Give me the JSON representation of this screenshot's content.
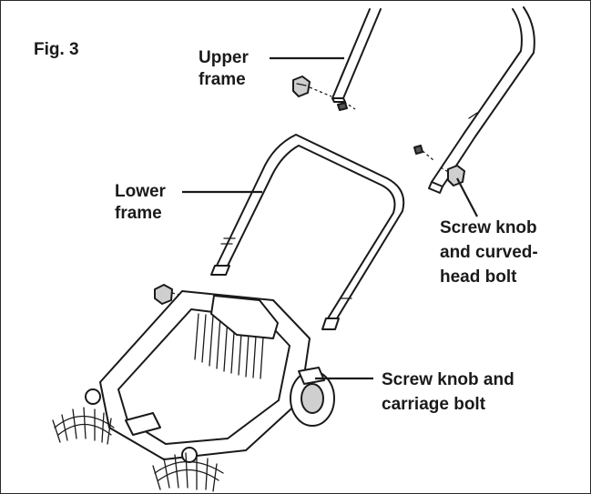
{
  "figure": {
    "number_label": "Fig. 3"
  },
  "callouts": {
    "upper_frame": [
      "Upper",
      "frame"
    ],
    "lower_frame": [
      "Lower",
      "frame"
    ],
    "screw_knob_curved_head_bolt": [
      "Screw knob",
      "and curved-",
      "head bolt"
    ],
    "screw_knob_carriage_bolt": [
      "Screw knob and",
      "carriage bolt"
    ]
  },
  "colors": {
    "line": "#1a1a1a",
    "background": "#ffffff"
  }
}
